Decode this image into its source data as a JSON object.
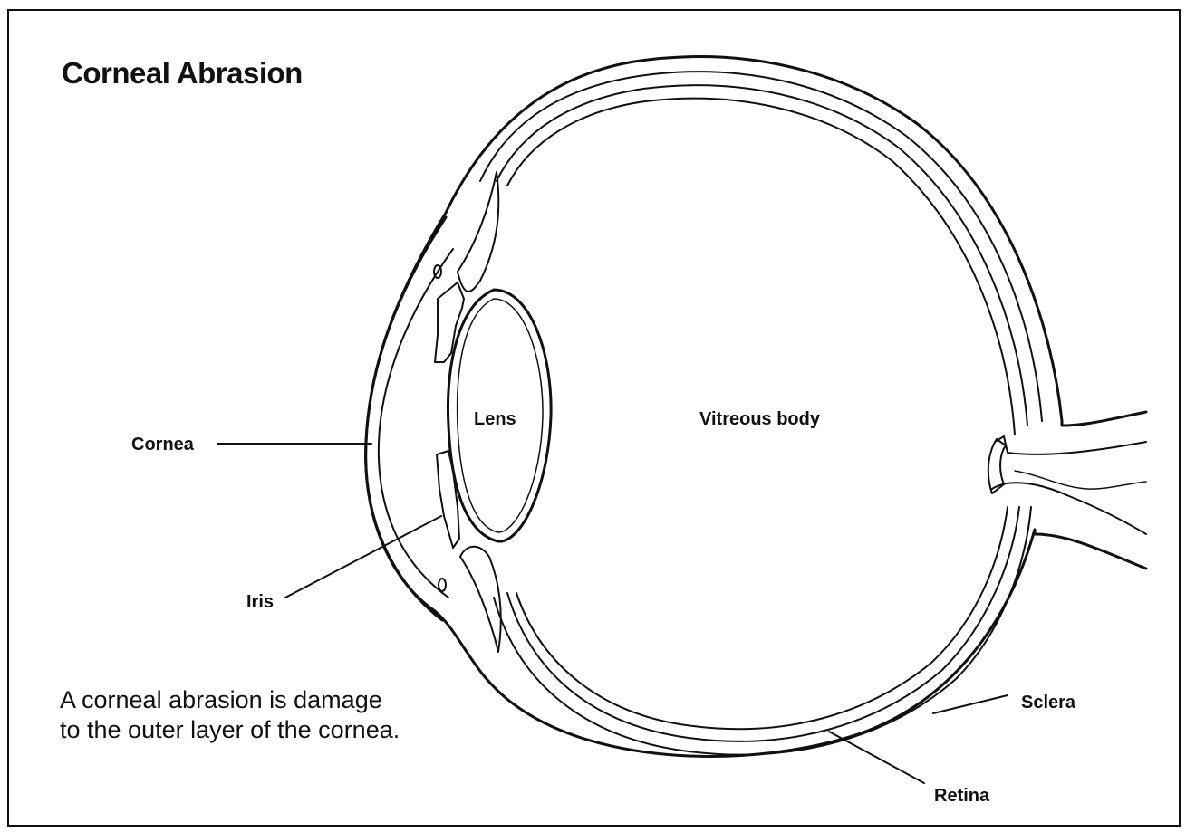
{
  "title": "Corneal Abrasion",
  "labels": {
    "lens": "Lens",
    "vitreous": "Vitreous body",
    "cornea": "Cornea",
    "iris": "Iris",
    "sclera": "Sclera",
    "retina": "Retina"
  },
  "caption": {
    "line1": "A corneal abrasion is damage",
    "line2": "to the outer layer of the cornea."
  }
}
